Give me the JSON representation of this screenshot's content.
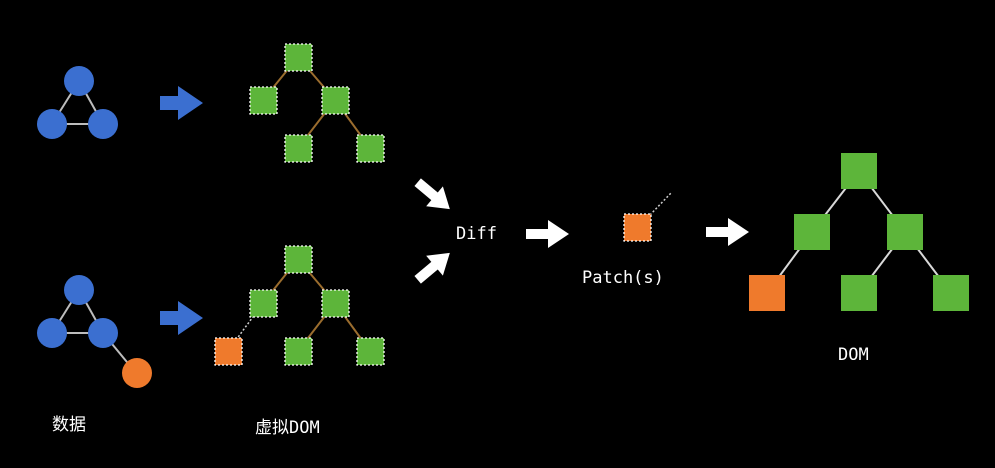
{
  "labels": {
    "data": "数据",
    "virtual_dom": "虚拟DOM",
    "diff": "Diff",
    "patches": "Patch(s)",
    "dom": "DOM"
  },
  "colors": {
    "background": "#000000",
    "data_node": "#3b6fd0",
    "vnode": "#5db53a",
    "dom_node": "#5db53a",
    "changed_node": "#ef7a2c",
    "edge_data": "#bdbdbd",
    "edge_vtree": "#9b6d2e",
    "edge_dom": "#d9d9d9",
    "arrow_blue": "#3b6fd0",
    "arrow_white": "#ffffff"
  },
  "icons": {
    "arrow": "right-arrow-icon",
    "data_node": "circle-node-icon",
    "tree_node": "square-node-icon"
  }
}
